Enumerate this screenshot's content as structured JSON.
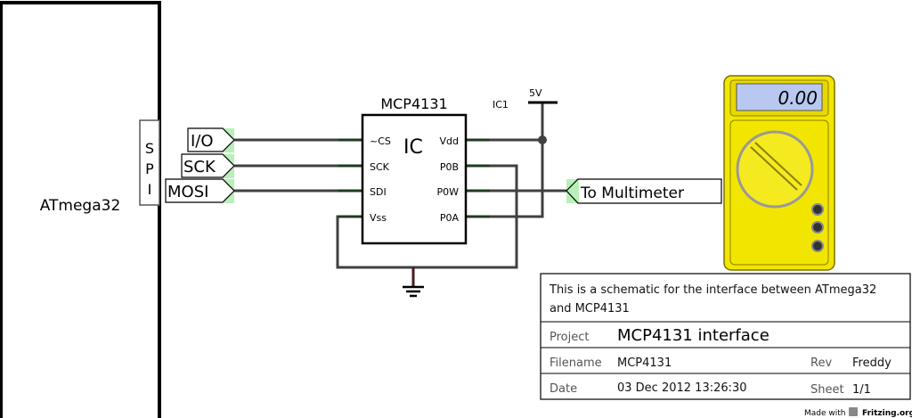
{
  "microcontroller": {
    "name": "ATmega32",
    "connector_letters": [
      "S",
      "P",
      "I"
    ]
  },
  "net_labels": [
    {
      "label": "I/O"
    },
    {
      "label": "SCK"
    },
    {
      "label": "MOSI"
    }
  ],
  "ic": {
    "part": "MCP4131",
    "ref": "IC1",
    "type_label": "IC",
    "left_pins": [
      "~CS",
      "SCK",
      "SDI",
      "Vss"
    ],
    "right_pins": [
      "Vdd",
      "P0B",
      "P0W",
      "P0A"
    ]
  },
  "power": {
    "label": "5V"
  },
  "output_label": "To Multimeter",
  "multimeter": {
    "display": "0.00"
  },
  "title_block": {
    "description_line1": "This is a schematic for the interface between ATmega32",
    "description_line2": "and MCP4131",
    "project_label": "Project",
    "project_value": "MCP4131 interface",
    "filename_label": "Filename",
    "filename_value": "MCP4131",
    "rev_label": "Rev",
    "rev_value": "Freddy",
    "date_label": "Date",
    "date_value": "03 Dec 2012 13:26:30",
    "sheet_label": "Sheet",
    "sheet_value": "1/1"
  },
  "footer": {
    "made_with": "Made with",
    "brand": "Fritzing.org"
  },
  "colors": {
    "wire": "#404040",
    "pin_end": "#b9f0b9",
    "meter_body": "#f2e600",
    "lcd": "#b8c8f0"
  }
}
